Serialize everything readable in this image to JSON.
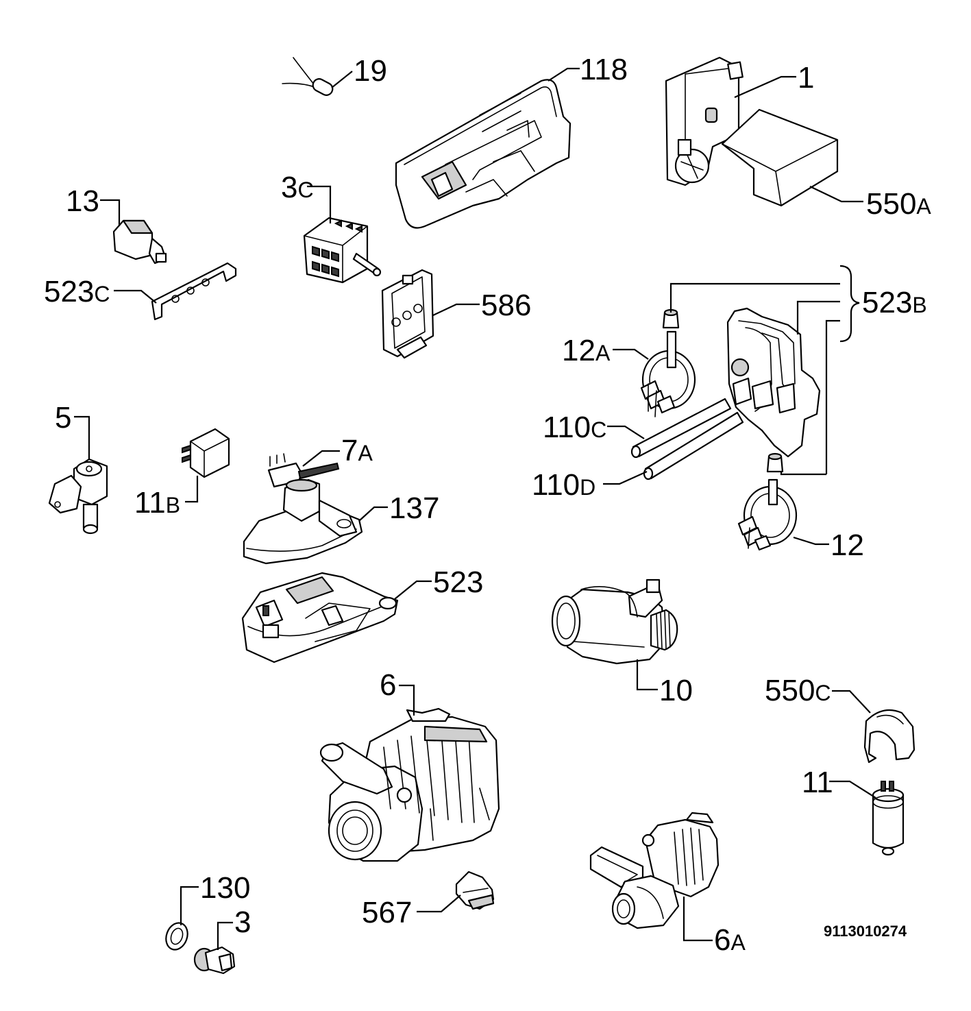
{
  "diagram": {
    "catalog_number": "9113010274",
    "labels": {
      "p19": {
        "num": "19",
        "sfx": ""
      },
      "p118": {
        "num": "118",
        "sfx": ""
      },
      "p1": {
        "num": "1",
        "sfx": ""
      },
      "p550a": {
        "num": "550",
        "sfx": "A"
      },
      "p13": {
        "num": "13",
        "sfx": ""
      },
      "p3c": {
        "num": "3",
        "sfx": "C"
      },
      "p523c": {
        "num": "523",
        "sfx": "C"
      },
      "p586": {
        "num": "586",
        "sfx": ""
      },
      "p523b": {
        "num": "523",
        "sfx": "B"
      },
      "p12a": {
        "num": "12",
        "sfx": "A"
      },
      "p5": {
        "num": "5",
        "sfx": ""
      },
      "p7a": {
        "num": "7",
        "sfx": "A"
      },
      "p110c": {
        "num": "110",
        "sfx": "C"
      },
      "p110d": {
        "num": "110",
        "sfx": "D"
      },
      "p11b": {
        "num": "11",
        "sfx": "B"
      },
      "p137": {
        "num": "137",
        "sfx": ""
      },
      "p12": {
        "num": "12",
        "sfx": ""
      },
      "p523": {
        "num": "523",
        "sfx": ""
      },
      "p10": {
        "num": "10",
        "sfx": ""
      },
      "p6": {
        "num": "6",
        "sfx": ""
      },
      "p550c": {
        "num": "550",
        "sfx": "C"
      },
      "p11": {
        "num": "11",
        "sfx": ""
      },
      "p130": {
        "num": "130",
        "sfx": ""
      },
      "p3": {
        "num": "3",
        "sfx": ""
      },
      "p567": {
        "num": "567",
        "sfx": ""
      },
      "p6a": {
        "num": "6",
        "sfx": "A"
      }
    }
  }
}
